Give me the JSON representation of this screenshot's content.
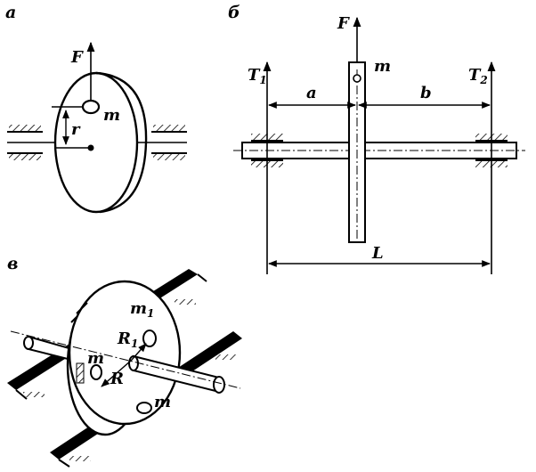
{
  "panels": {
    "a": {
      "label": "а",
      "force": "F",
      "mass": "m",
      "radius": "r"
    },
    "b": {
      "label": "б",
      "force": "F",
      "mass": "m",
      "reaction_left": "T",
      "reaction_left_sub": "1",
      "reaction_right": "T",
      "reaction_right_sub": "2",
      "dist_a": "a",
      "dist_b": "b",
      "length": "L"
    },
    "c": {
      "label": "в",
      "mass_1": "m",
      "mass_1_sub": "1",
      "radius_1": "R",
      "radius_1_sub": "1",
      "radius": "R",
      "mass_left": "m",
      "mass_bottom": "m"
    }
  }
}
